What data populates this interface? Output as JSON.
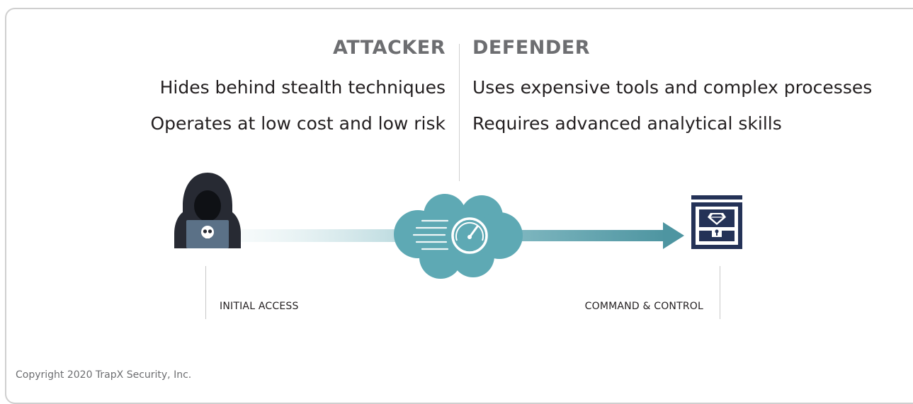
{
  "attacker": {
    "heading": "ATTACKER",
    "lines": [
      "Hides behind stealth techniques",
      "Operates at low cost and low risk"
    ]
  },
  "defender": {
    "heading": "DEFENDER",
    "lines": [
      "Uses expensive tools and complex processes",
      "Requires advanced analytical skills"
    ]
  },
  "stages": {
    "start": "INITIAL ACCESS",
    "end": "COMMAND & CONTROL"
  },
  "footer": {
    "copyright": "Copyright 2020 TrapX Security, Inc."
  },
  "icons": {
    "attacker": "hooded-hacker-icon",
    "cloud": "speed-cloud-icon",
    "target": "treasure-chest-icon"
  },
  "colors": {
    "heading": "#6d6e71",
    "text": "#231f20",
    "hacker": "#272a33",
    "laptop": "#5b7187",
    "cloud": "#5ea9b4",
    "arrow": "#4e95a1",
    "chest": "#243257"
  }
}
